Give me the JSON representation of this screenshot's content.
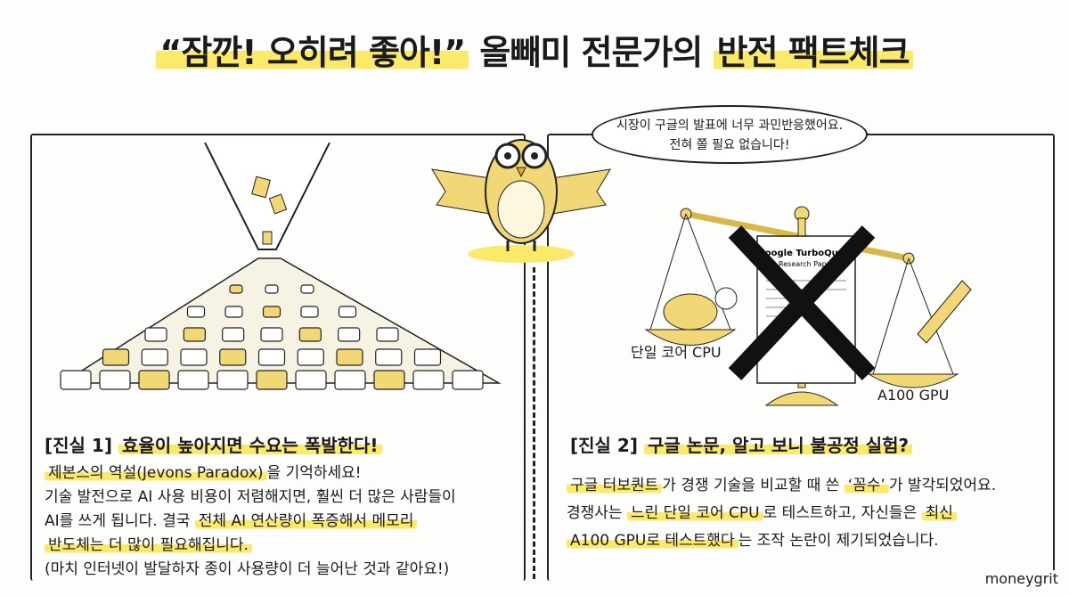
{
  "title": {
    "quote": "“잠깐! 오히려 좋아!”",
    "middle": " 올빼미 전문가의 ",
    "highlight": "반전 팩트체크"
  },
  "speech_bubble": {
    "line1": "시장이 구글의 발표에 너무 과민반응했어요.",
    "line2": "전혀 쫄 필요 없습니다!"
  },
  "left_panel": {
    "tag": "[진실 1] ",
    "heading": "효율이 높아지면 수요는 폭발한다!",
    "p1_highlight": "제본스의 역설(Jevons Paradox)",
    "p1_rest": "을 기억하세요!",
    "p2": "기술 발전으로 AI 사용 비용이 저렴해지면, 훨씬 더 많은 사람들이",
    "p3_start": "AI를 쓰게 됩니다. 결국 ",
    "p3_highlight": "전체 AI 연산량이 폭증해서 메모리",
    "p4_highlight": "반도체는 더 많이 필요해집니다.",
    "p5": "(마치 인터넷이 발달하자 종이 사용량이 더 늘어난 것과 같아요!)"
  },
  "right_panel": {
    "tag": "[진실 2] ",
    "heading": "구글 논문, 알고 보니 불공정 실험?",
    "l1_h1": "구글 터보퀀트",
    "l1_mid": "가 경쟁 기술을 비교할 때 쓴 ",
    "l1_h2": "‘꼼수’",
    "l1_end": "가 발각되었어요.",
    "l2_start": "경쟁사는 ",
    "l2_h1": "느린 단일 코어 CPU",
    "l2_mid": "로 테스트하고, 자신들은 ",
    "l2_h2": "최신",
    "l3_h": "A100 GPU로 테스트했다",
    "l3_end": "는 조작 논란이 제기되었습니다.",
    "scale_left_label": "단일 코어 CPU",
    "scale_right_label": "A100 GPU",
    "paper_title": "Google TurboQuant",
    "paper_subtitle": "Research Paper"
  },
  "watermark": "moneygrit",
  "colors": {
    "highlight": "#fbe96a",
    "illustration": "#f2d777",
    "ink": "#1a1a1a"
  }
}
